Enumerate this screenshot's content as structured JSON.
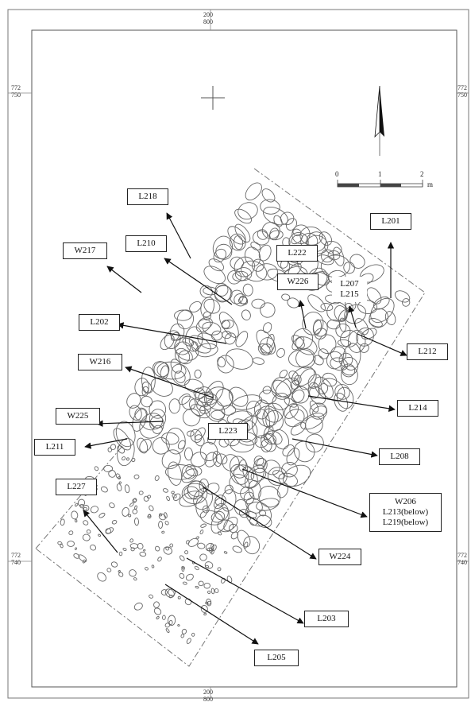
{
  "grid": {
    "top": [
      "200",
      "800"
    ],
    "bottom": [
      "200",
      "800"
    ],
    "left_upper": [
      "772",
      "750"
    ],
    "right_upper": [
      "772",
      "750"
    ],
    "left_lower": [
      "772",
      "740"
    ],
    "right_lower": [
      "772",
      "740"
    ]
  },
  "scale": {
    "ticks": [
      "0",
      "1",
      "2"
    ],
    "unit": "m"
  },
  "icons": {
    "north": "north-arrow-icon",
    "datum": "crosshair-icon"
  },
  "labels": {
    "L201": "L201",
    "L218": "L218",
    "L210": "L210",
    "W217": "W217",
    "L222": "L222",
    "W226": "W226",
    "L207": "L207",
    "L215": "L215",
    "L202": "L202",
    "L212": "L212",
    "W216": "W216",
    "L214": "L214",
    "W225": "W225",
    "L223": "L223",
    "L211": "L211",
    "L208": "L208",
    "L227": "L227",
    "W206": "W206",
    "L213": "L213(below)",
    "L219": "L219(below)",
    "W224": "W224",
    "L203": "L203",
    "L205": "L205"
  }
}
